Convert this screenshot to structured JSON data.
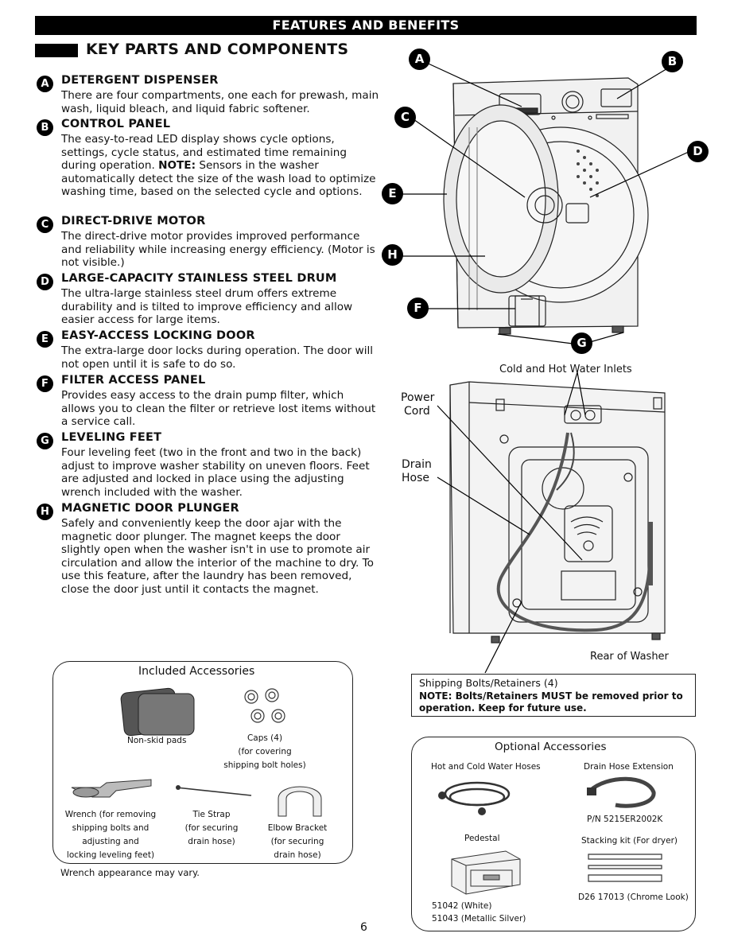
{
  "header": {
    "banner": "FEATURES AND BENEFITS",
    "section_title": "KEY PARTS AND COMPONENTS"
  },
  "features": [
    {
      "letter": "A",
      "title": "DETERGENT DISPENSER",
      "body": "There are four compartments, one each for prewash, main wash, liquid bleach, and liquid fabric softener.",
      "note_label": "",
      "note": ""
    },
    {
      "letter": "B",
      "title": "CONTROL PANEL",
      "body": "The easy-to-read LED display shows cycle options, settings, cycle status, and estimated time remaining during operation.",
      "note_label": "NOTE:",
      "note": "Sensors in the washer automatically detect the size of the wash load to optimize washing time, based on the selected cycle and options."
    },
    {
      "letter": "C",
      "title": "DIRECT-DRIVE MOTOR",
      "body": "The direct-drive motor provides improved performance and reliability while increasing energy efficiency. (Motor is not visible.)",
      "note_label": "",
      "note": ""
    },
    {
      "letter": "D",
      "title": "LARGE-CAPACITY STAINLESS STEEL DRUM",
      "body": "The ultra-large stainless steel drum offers extreme durability and is tilted to improve efficiency and allow easier access for large items.",
      "note_label": "",
      "note": ""
    },
    {
      "letter": "E",
      "title": "EASY-ACCESS LOCKING DOOR",
      "body": "The extra-large door locks during operation. The door will not open until it is safe to do so.",
      "note_label": "",
      "note": ""
    },
    {
      "letter": "F",
      "title": "FILTER ACCESS PANEL",
      "body": "Provides easy access to the drain pump filter, which allows you to clean the filter or retrieve lost items without a service call.",
      "note_label": "",
      "note": ""
    },
    {
      "letter": "G",
      "title": "LEVELING FEET",
      "body": "Four leveling feet (two in the front and two in the back) adjust to improve washer stability on uneven floors. Feet are adjusted and locked in place using the adjusting wrench included with the washer.",
      "note_label": "",
      "note": ""
    },
    {
      "letter": "H",
      "title": "MAGNETIC DOOR PLUNGER",
      "body": "Safely and conveniently keep the door ajar with the magnetic door plunger. The magnet keeps the door slightly open when the washer isn't in use to promote air circulation and allow the interior of the machine to dry. To use this feature, after the laundry has been removed, close the door just until it contacts the magnet.",
      "note_label": "",
      "note": ""
    }
  ],
  "front_diagram": {
    "callouts": [
      "A",
      "B",
      "C",
      "D",
      "E",
      "H",
      "F",
      "G"
    ]
  },
  "rear_diagram": {
    "inlets_label": "Cold and Hot Water Inlets",
    "power_cord_label_1": "Power",
    "power_cord_label_2": "Cord",
    "drain_hose_label_1": "Drain",
    "drain_hose_label_2": "Hose",
    "caption": "Rear of Washer"
  },
  "shipping_box": {
    "line1": "Shipping Bolts/Retainers (4)",
    "note": "NOTE: Bolts/Retainers MUST be removed prior to operation. Keep for future use."
  },
  "included_accessories": {
    "title": "Included Accessories",
    "pads": "Non-skid pads",
    "caps_1": "Caps (4)",
    "caps_2": "(for covering",
    "caps_3": "shipping bolt holes)",
    "wrench_1": "Wrench (for removing",
    "wrench_2": "shipping bolts and",
    "wrench_3": "adjusting and",
    "wrench_4": "locking leveling feet)",
    "tie_1": "Tie Strap",
    "tie_2": "(for securing",
    "tie_3": "drain hose)",
    "elbow_1": "Elbow Bracket",
    "elbow_2": "(for securing",
    "elbow_3": "drain hose)",
    "footnote": "Wrench appearance may vary."
  },
  "optional_accessories": {
    "title": "Optional Accessories",
    "hoses": "Hot and Cold Water Hoses",
    "drain_ext": "Drain Hose Extension",
    "drain_pn": "P/N 5215ER2002K",
    "pedestal": "Pedestal",
    "stacking": "Stacking kit (For dryer)",
    "stacking_pn": "D26 17013 (Chrome Look)",
    "ped_white": "51042 (White)",
    "ped_silver": "51043 (Metallic Silver)"
  },
  "page_number": "6"
}
